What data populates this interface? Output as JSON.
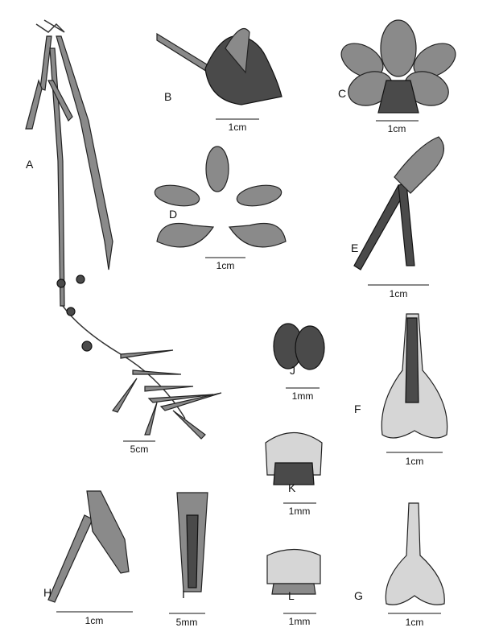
{
  "panels": [
    {
      "id": "A",
      "label": "A",
      "scale": "5cm"
    },
    {
      "id": "B",
      "label": "B",
      "scale": "1cm"
    },
    {
      "id": "C",
      "label": "C",
      "scale": "1cm"
    },
    {
      "id": "D",
      "label": "D",
      "scale": "1cm"
    },
    {
      "id": "E",
      "label": "E",
      "scale": "1cm"
    },
    {
      "id": "F",
      "label": "F",
      "scale": "1cm"
    },
    {
      "id": "G",
      "label": "G",
      "scale": "1cm"
    },
    {
      "id": "H",
      "label": "H",
      "scale": "1cm"
    },
    {
      "id": "I",
      "label": "I",
      "scale": "5mm"
    },
    {
      "id": "J",
      "label": "J",
      "scale": "1mm"
    },
    {
      "id": "K",
      "label": "K",
      "scale": "1mm"
    },
    {
      "id": "L",
      "label": "L",
      "scale": "1mm"
    }
  ]
}
